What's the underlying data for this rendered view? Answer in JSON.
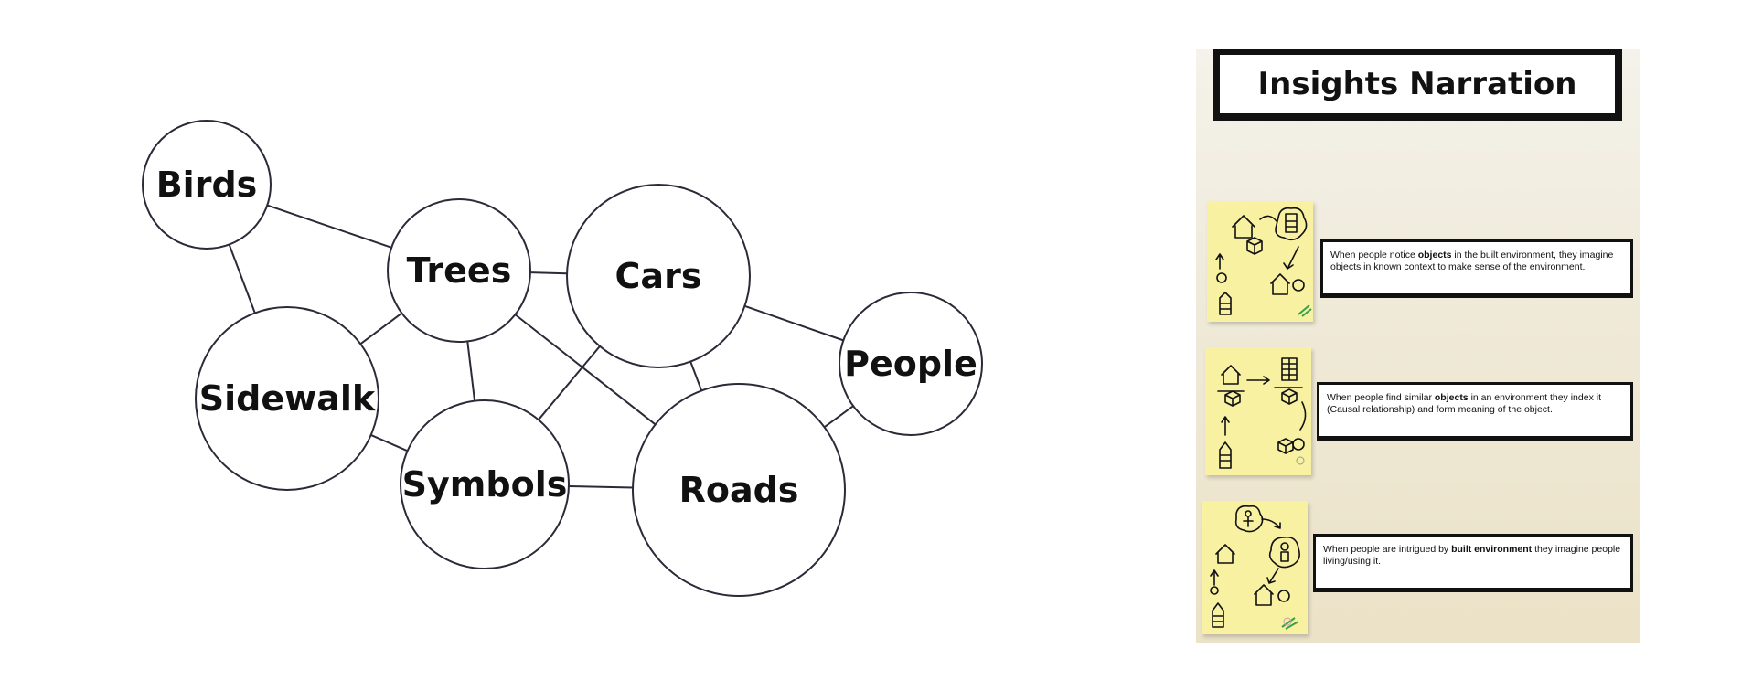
{
  "diagram": {
    "nodes": [
      {
        "id": "birds",
        "label": "Birds"
      },
      {
        "id": "trees",
        "label": "Trees"
      },
      {
        "id": "cars",
        "label": "Cars"
      },
      {
        "id": "people",
        "label": "People"
      },
      {
        "id": "sidewalk",
        "label": "Sidewalk"
      },
      {
        "id": "symbols",
        "label": "Symbols"
      },
      {
        "id": "roads",
        "label": "Roads"
      }
    ],
    "edges": [
      [
        "birds",
        "trees"
      ],
      [
        "birds",
        "sidewalk"
      ],
      [
        "trees",
        "cars"
      ],
      [
        "trees",
        "sidewalk"
      ],
      [
        "trees",
        "symbols"
      ],
      [
        "trees",
        "roads"
      ],
      [
        "cars",
        "symbols"
      ],
      [
        "cars",
        "roads"
      ],
      [
        "cars",
        "people"
      ],
      [
        "sidewalk",
        "symbols"
      ],
      [
        "symbols",
        "roads"
      ],
      [
        "roads",
        "people"
      ]
    ]
  },
  "poster": {
    "title": "Insights Narration",
    "insights": [
      {
        "pre": "When people notice ",
        "bold": "objects",
        "post": " in the built environment, they imagine objects in known context to make sense of the environment."
      },
      {
        "pre": "When people find similar ",
        "bold": "objects",
        "post": " in an environment they index it (Causal relationship) and form meaning of the object."
      },
      {
        "pre": "When people are intrigued by ",
        "bold": "built environment",
        "post": " they imagine people living/using it."
      }
    ]
  }
}
